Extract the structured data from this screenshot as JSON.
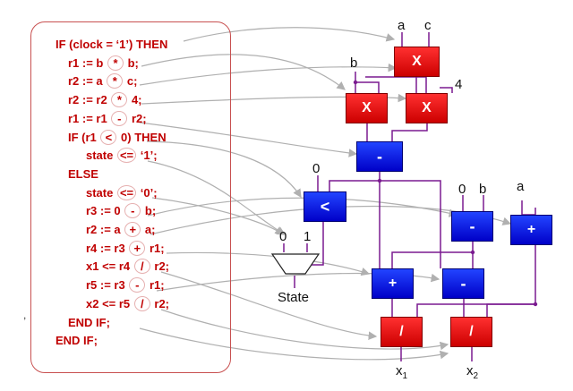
{
  "code": {
    "lines": [
      {
        "indent": 0,
        "parts": [
          "IF (clock = ‘1’) THEN"
        ]
      },
      {
        "indent": 1,
        "parts": [
          "r1 := b ",
          "*",
          " b;"
        ]
      },
      {
        "indent": 1,
        "parts": [
          "r2 := a ",
          "*",
          " c;"
        ]
      },
      {
        "indent": 1,
        "parts": [
          "r2 := r2 ",
          "*",
          " 4;"
        ]
      },
      {
        "indent": 1,
        "parts": [
          "r1 := r1 ",
          "-",
          " r2;"
        ]
      },
      {
        "indent": 1,
        "parts": [
          "IF (r1 ",
          "<",
          " 0) THEN"
        ]
      },
      {
        "indent": 2,
        "parts": [
          "state ",
          "<=",
          " ‘1’;"
        ]
      },
      {
        "indent": 1,
        "parts": [
          "ELSE"
        ]
      },
      {
        "indent": 2,
        "parts": [
          "state ",
          "<=",
          " ‘0’;"
        ]
      },
      {
        "indent": 2,
        "parts": [
          "r3 := 0 ",
          "-",
          " b;"
        ]
      },
      {
        "indent": 2,
        "parts": [
          "r2 := a ",
          "+",
          " a;"
        ]
      },
      {
        "indent": 2,
        "parts": [
          "r4 := r3 ",
          "+",
          " r1;"
        ]
      },
      {
        "indent": 2,
        "parts": [
          "x1 <= r4 ",
          "/",
          " r2;"
        ]
      },
      {
        "indent": 2,
        "parts": [
          "r5 := r3 ",
          "-",
          " r1;"
        ]
      },
      {
        "indent": 2,
        "parts": [
          "x2 <= r5 ",
          "/",
          " r2;"
        ]
      },
      {
        "indent": 1,
        "parts": [
          "END IF;"
        ]
      },
      {
        "indent": 0,
        "parts": [
          "END IF;"
        ]
      }
    ],
    "stray_mark": ","
  },
  "diagram": {
    "blocks": [
      {
        "id": "mul-ac",
        "op": "X",
        "color": "red"
      },
      {
        "id": "mul-bb",
        "op": "X",
        "color": "red"
      },
      {
        "id": "mul-4",
        "op": "X",
        "color": "red"
      },
      {
        "id": "sub-r1",
        "op": "-",
        "color": "blue"
      },
      {
        "id": "cmp-lt",
        "op": "<",
        "color": "blue"
      },
      {
        "id": "sub-r3",
        "op": "-",
        "color": "blue"
      },
      {
        "id": "add-r2",
        "op": "+",
        "color": "blue"
      },
      {
        "id": "add-r4",
        "op": "+",
        "color": "blue"
      },
      {
        "id": "sub-r5",
        "op": "-",
        "color": "blue"
      },
      {
        "id": "div-x1",
        "op": "/",
        "color": "red"
      },
      {
        "id": "div-x2",
        "op": "/",
        "color": "red"
      }
    ],
    "labels": {
      "a_top": "a",
      "c_top": "c",
      "b_mid": "b",
      "four": "4",
      "zero_cmp": "0",
      "zero_sub": "0",
      "b_sub": "b",
      "a_add": "a",
      "mux_zero": "0",
      "mux_one": "1",
      "state": "State",
      "x1": "x",
      "x1_sub": "1",
      "x2": "x",
      "x2_sub": "2"
    },
    "colors": {
      "red": "#e00000",
      "blue": "#0010e0",
      "wire": "#7a1a90",
      "arrow": "#b0b0b0",
      "code": "#c00000"
    }
  }
}
